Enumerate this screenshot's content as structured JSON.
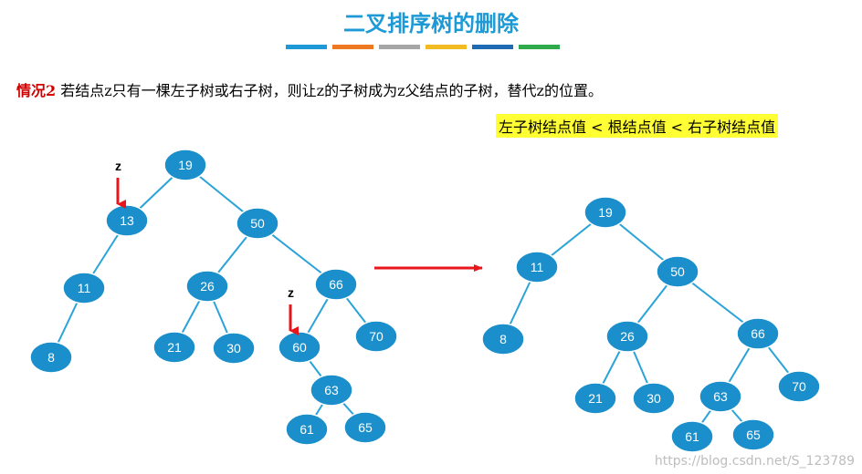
{
  "title": "二叉排序树的删除",
  "stripe_colors": [
    "#1d9ad6",
    "#ee7722",
    "#a6a6a6",
    "#f2bb22",
    "#1f6bb3",
    "#2faa4a"
  ],
  "description": {
    "case_label": "情况2",
    "text": " 若结点z只有一棵左子树或右子树，则让z的子树成为z父结点的子树，替代z的位置。"
  },
  "note": {
    "text": "左子树结点值 < 根结点值 < 右子树结点值",
    "highlight_color": "#ffff33"
  },
  "colors": {
    "node_fill": "#1b8fcb",
    "node_stroke": "#ffffff",
    "edge": "#2aa3d8",
    "arrow": "#e8161b"
  },
  "before_tree": {
    "nodes": [
      "19",
      "13",
      "50",
      "11",
      "8",
      "26",
      "66",
      "21",
      "30",
      "60",
      "70",
      "63",
      "61",
      "65"
    ],
    "edges": [
      [
        "19",
        "13"
      ],
      [
        "19",
        "50"
      ],
      [
        "13",
        "11"
      ],
      [
        "11",
        "8"
      ],
      [
        "50",
        "26"
      ],
      [
        "50",
        "66"
      ],
      [
        "26",
        "21"
      ],
      [
        "26",
        "30"
      ],
      [
        "66",
        "60"
      ],
      [
        "66",
        "70"
      ],
      [
        "60",
        "63"
      ],
      [
        "63",
        "61"
      ],
      [
        "63",
        "65"
      ]
    ]
  },
  "after_tree": {
    "nodes": [
      "19",
      "11",
      "50",
      "8",
      "26",
      "66",
      "21",
      "30",
      "63",
      "70",
      "61",
      "65"
    ],
    "edges": [
      [
        "19",
        "11"
      ],
      [
        "19",
        "50"
      ],
      [
        "11",
        "8"
      ],
      [
        "50",
        "26"
      ],
      [
        "50",
        "66"
      ],
      [
        "26",
        "21"
      ],
      [
        "26",
        "30"
      ],
      [
        "66",
        "63"
      ],
      [
        "66",
        "70"
      ],
      [
        "63",
        "61"
      ],
      [
        "63",
        "65"
      ]
    ]
  },
  "markers": [
    {
      "label": "z",
      "target": "13"
    },
    {
      "label": "z",
      "target": "60"
    }
  ],
  "watermark": "https://blog.csdn.net/S_123789"
}
